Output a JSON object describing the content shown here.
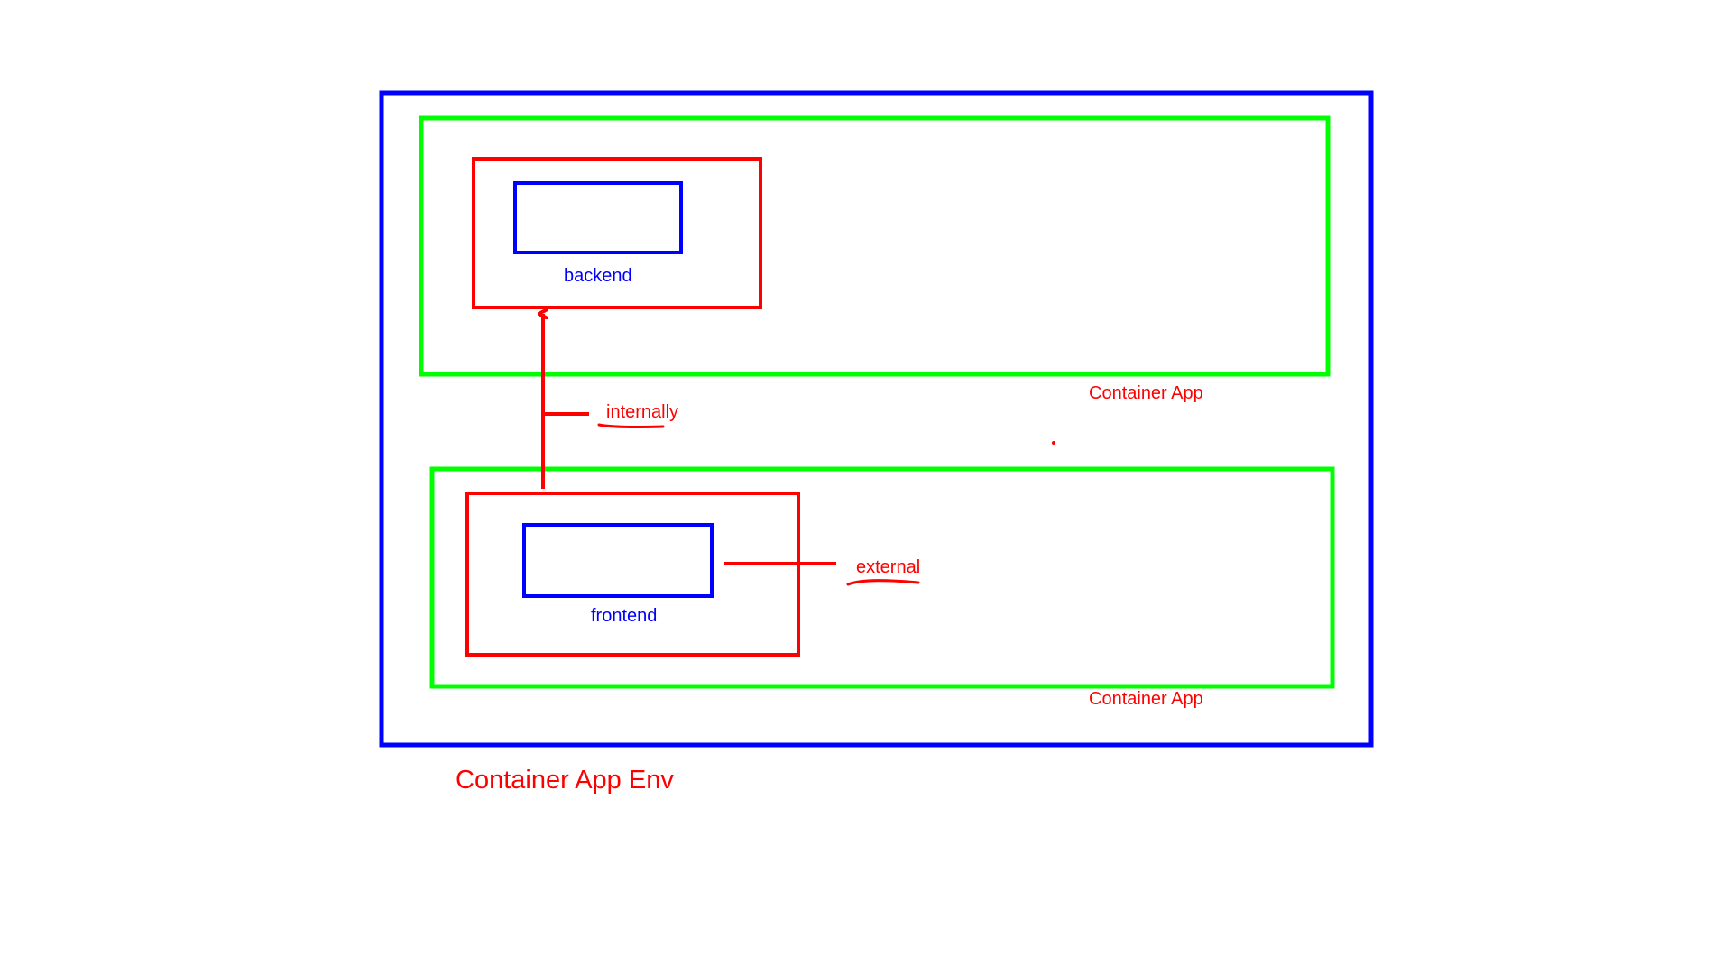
{
  "diagram": {
    "environment_label": "Container App Env",
    "apps": [
      {
        "label": "Container App",
        "container_label": "backend"
      },
      {
        "label": "Container App",
        "container_label": "frontend"
      }
    ],
    "connections": {
      "internal_label": "internally",
      "external_label": "external"
    },
    "colors": {
      "environment_border": "#0000ff",
      "app_border": "#00ff00",
      "container_border": "#ff0000",
      "inner_box_border": "#0000ff",
      "annotation_text": "#ff0000",
      "container_text": "#0000ff"
    }
  }
}
